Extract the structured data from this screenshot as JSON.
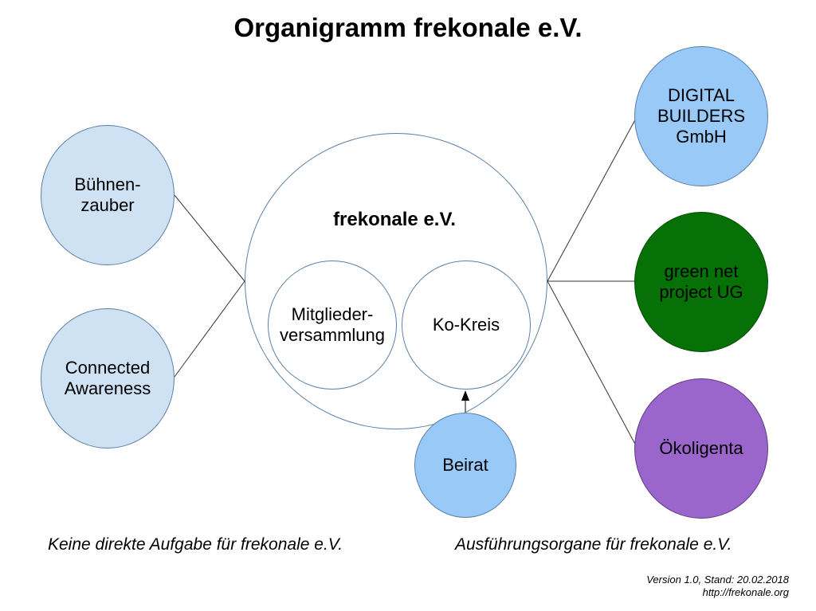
{
  "title": "Organigramm frekonale e.V.",
  "main": {
    "label": "frekonale e.V.",
    "inner_left": "Mitglieder-\nversammlung",
    "inner_right": "Ko-Kreis"
  },
  "left_nodes": [
    {
      "label": "Bühnen-\nzauber"
    },
    {
      "label": "Connected\nAwareness"
    }
  ],
  "right_nodes": [
    {
      "label": "DIGITAL\nBUILDERS\nGmbH",
      "color": "#99c9f7"
    },
    {
      "label": "green net\nproject UG",
      "color": "#067106"
    },
    {
      "label": "Ökoligenta",
      "color": "#9a66cc"
    }
  ],
  "beirat": {
    "label": "Beirat"
  },
  "captions": {
    "left": "Keine direkte Aufgabe für frekonale e.V.",
    "right": "Ausführungsorgane für frekonale e.V."
  },
  "footer": {
    "version": "Version 1.0, Stand: 20.02.2018",
    "url": "http://frekonale.org"
  }
}
